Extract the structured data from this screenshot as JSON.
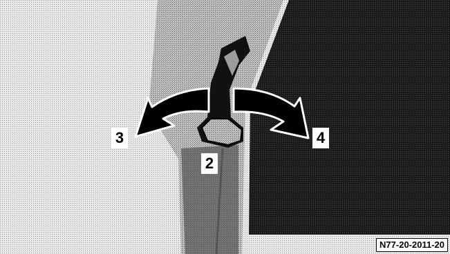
{
  "figure": {
    "callouts": {
      "label_2": "2",
      "label_3": "3",
      "label_4": "4"
    },
    "figure_code": "N77-20-2011-20"
  },
  "colors": {
    "background_light": "#d9d9d9",
    "window_dark": "#1a1a1a",
    "trim": "#9a9a9a",
    "arrow_fill": "#000000",
    "arrow_outline": "#ffffff"
  }
}
